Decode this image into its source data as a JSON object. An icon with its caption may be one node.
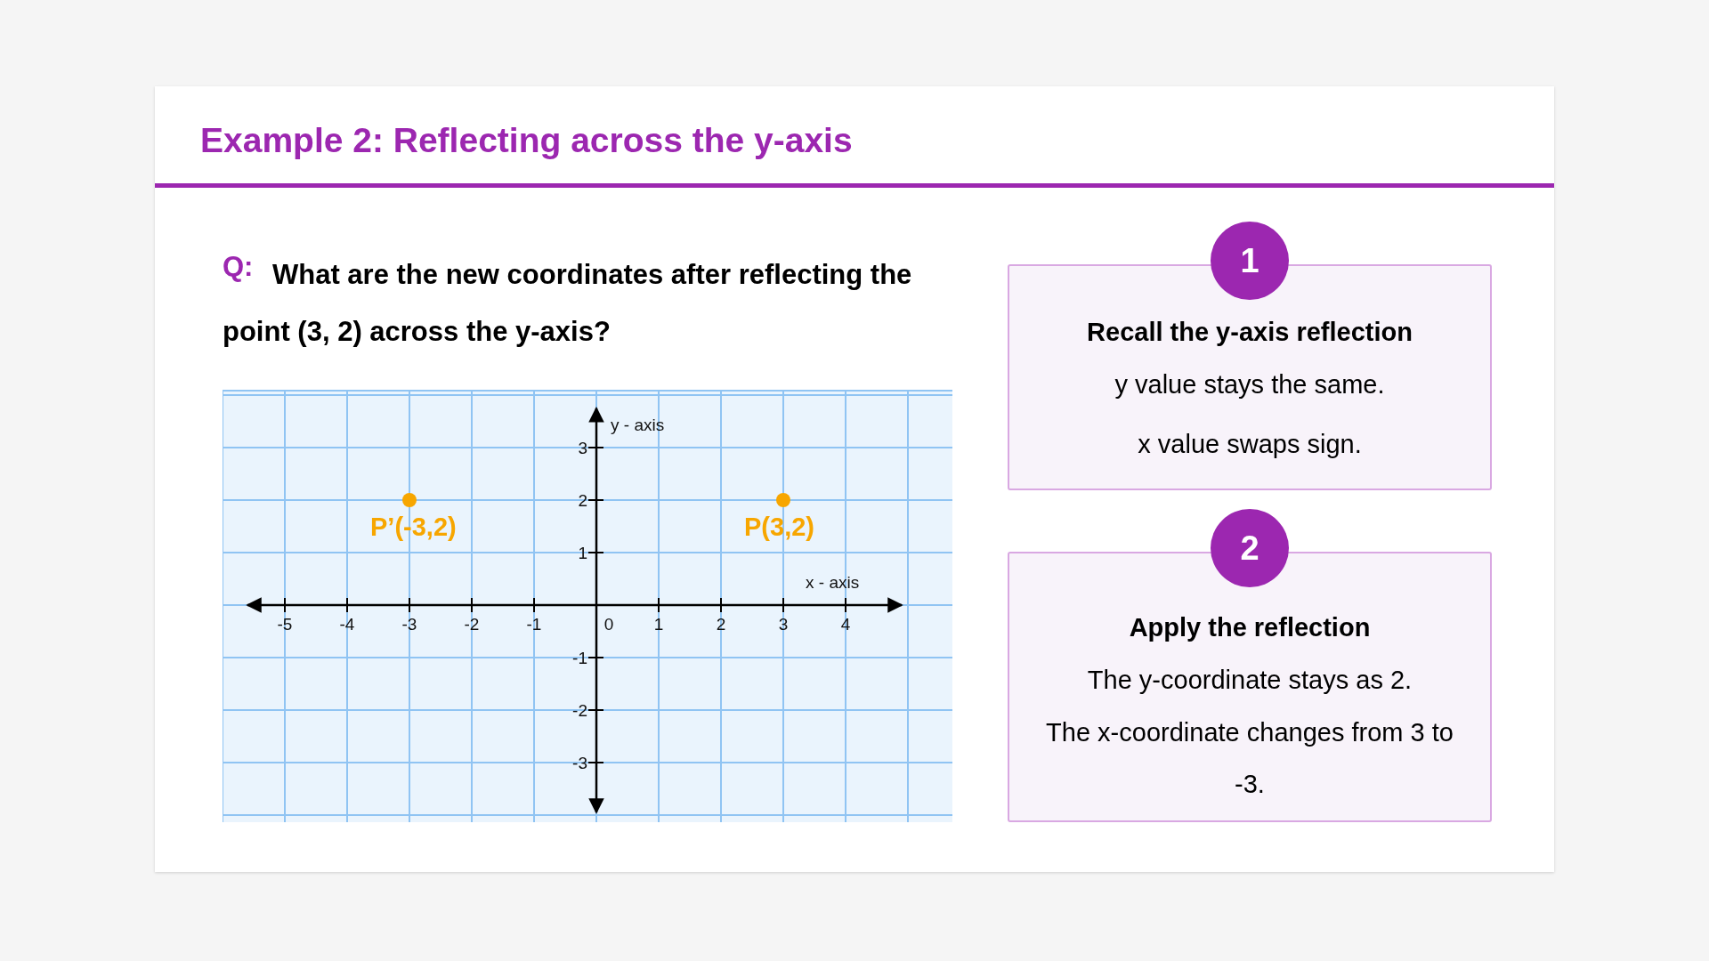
{
  "diagram": {
    "title": "Example 2: Reflecting across the y-axis",
    "nodes": [
      {
        "text": [
          "Recall the y-axis reflection",
          "y value stays the same.",
          "x value swaps sign."
        ]
      },
      {
        "text": [
          "1"
        ]
      },
      {
        "text": [
          "Apply the reflection",
          "The y-coordinate stays as 2.",
          "The x-coordinate changes from 3 to -3."
        ]
      },
      {
        "text": [
          "2"
        ]
      }
    ],
    "labels": [
      "Q:",
      "What are the new coordinates after reflecting the point (3, 2) across the y-axis?",
      "0"
    ],
    "chart_data": {
      "type": "scatter",
      "xlabel": "x - axis",
      "ylabel": "y - axis",
      "x": [
        -3,
        3
      ],
      "series": [
        {
          "color": "#f7a600",
          "values": [
            2,
            2
          ]
        }
      ],
      "xticks": [
        -5,
        -4,
        -3,
        -2,
        -1,
        1,
        2,
        3,
        4
      ],
      "yticks": [
        -3,
        -2,
        -1,
        1,
        2,
        3
      ],
      "grid": true,
      "xlim": [
        -5.6,
        4.9
      ],
      "ylim": [
        -3.95,
        3.75
      ],
      "annotations": [
        {
          "x": -3,
          "y": 2,
          "text": "P’(-3,2)"
        },
        {
          "x": 3,
          "y": 2,
          "text": "P(3,2)"
        }
      ]
    }
  }
}
